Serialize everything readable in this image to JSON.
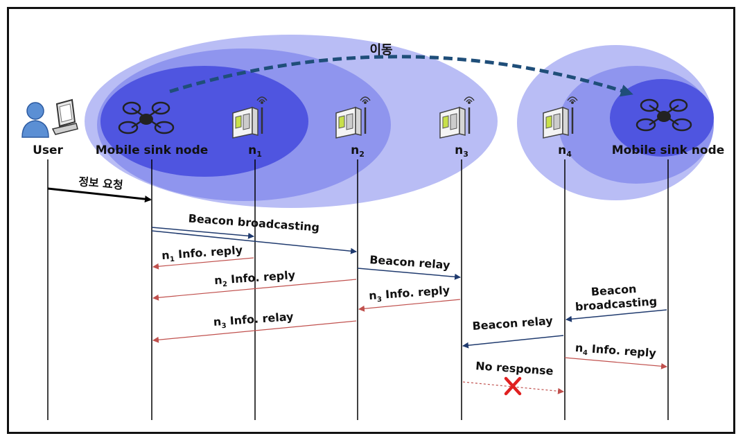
{
  "diagram": {
    "move_label": "이동",
    "nodes": {
      "user": "User",
      "sink_left": "Mobile sink node",
      "n1": "n",
      "n1_sub": "1",
      "n2": "n",
      "n2_sub": "2",
      "n3": "n",
      "n3_sub": "3",
      "n4": "n",
      "n4_sub": "4",
      "sink_right": "Mobile sink node"
    },
    "messages": {
      "info_request": "정보 요청",
      "beacon_broadcasting": "Beacon broadcasting",
      "n1_reply_prefix": "n",
      "n1_reply_sub": "1",
      "n1_reply_text": " Info. reply",
      "beacon_relay_1": "Beacon relay",
      "n2_reply_prefix": "n",
      "n2_reply_sub": "2",
      "n2_reply_text": " Info. reply",
      "n3_reply_prefix": "n",
      "n3_reply_sub": "3",
      "n3_reply_text": " Info. reply",
      "beacon_broadcasting_2_line1": "Beacon",
      "beacon_broadcasting_2_line2": "broadcasting",
      "n3_relay_prefix": "n",
      "n3_relay_sub": "3",
      "n3_relay_text": " Info. relay",
      "beacon_relay_2": "Beacon relay",
      "n4_reply_prefix": "n",
      "n4_reply_sub": "4",
      "n4_reply_text": " Info. reply",
      "no_response": "No response"
    },
    "colors": {
      "outer_range": "#b9bdf5",
      "mid_range": "#8f95ee",
      "inner_range": "#4f55e0",
      "move_arrow": "#1f4e79",
      "beacon_arrow": "#1f3a6e",
      "reply_arrow": "#c0504d",
      "fail_mark": "#e02020"
    }
  }
}
